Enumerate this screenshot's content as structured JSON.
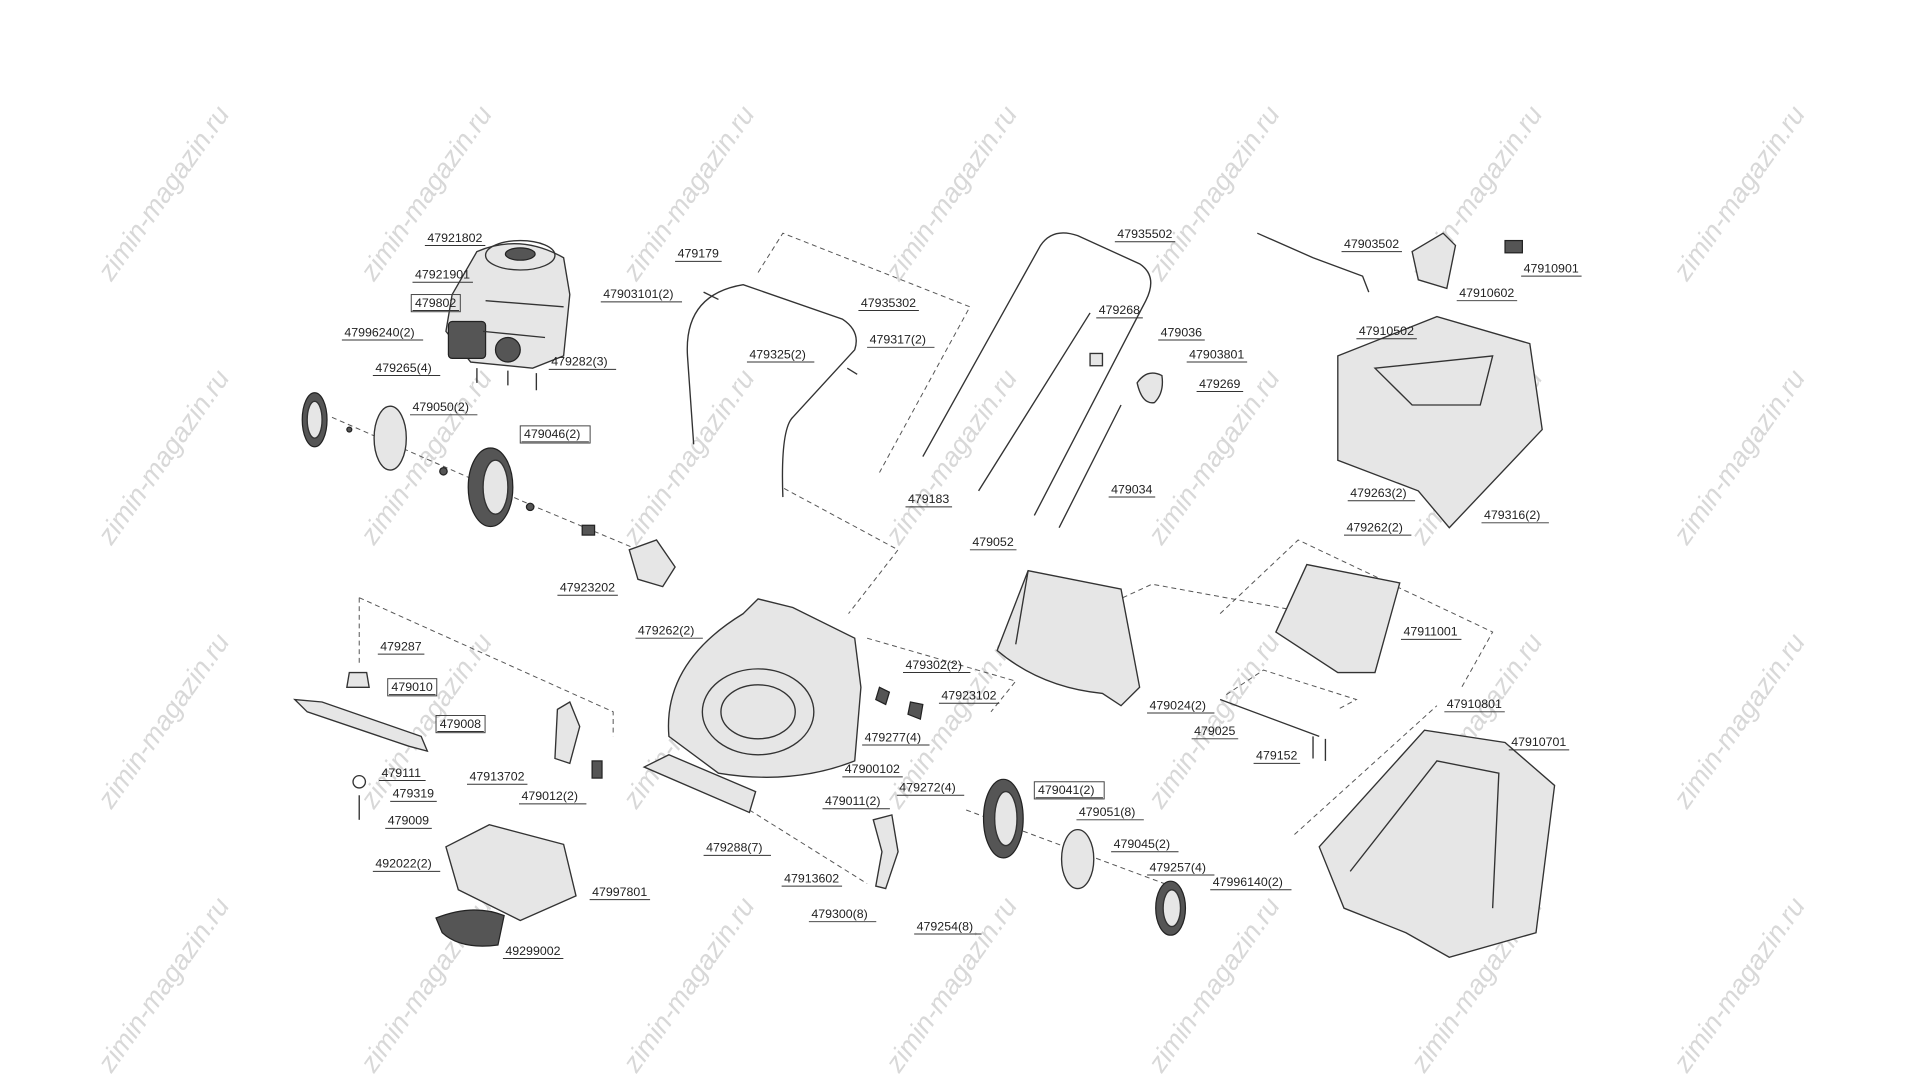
{
  "watermark": "zimin-magazin.ru",
  "labels": [
    {
      "text": "47921802",
      "boxed": false
    },
    {
      "text": "47921901",
      "boxed": false
    },
    {
      "text": "479802",
      "boxed": true
    },
    {
      "text": "47996240(2)",
      "boxed": false
    },
    {
      "text": "479265(4)",
      "boxed": false
    },
    {
      "text": "479282(3)",
      "boxed": false
    },
    {
      "text": "479050(2)",
      "boxed": false
    },
    {
      "text": "479046(2)",
      "boxed": true
    },
    {
      "text": "47923202",
      "boxed": false
    },
    {
      "text": "479179",
      "boxed": false
    },
    {
      "text": "47903101(2)",
      "boxed": false
    },
    {
      "text": "47935302",
      "boxed": false
    },
    {
      "text": "479317(2)",
      "boxed": false
    },
    {
      "text": "479325(2)",
      "boxed": false
    },
    {
      "text": "479183",
      "boxed": false
    },
    {
      "text": "47935502",
      "boxed": false
    },
    {
      "text": "479268",
      "boxed": false
    },
    {
      "text": "479036",
      "boxed": false
    },
    {
      "text": "47903801",
      "boxed": false
    },
    {
      "text": "479269",
      "boxed": false
    },
    {
      "text": "479034",
      "boxed": false
    },
    {
      "text": "47903502",
      "boxed": false
    },
    {
      "text": "47910602",
      "boxed": false
    },
    {
      "text": "47910901",
      "boxed": false
    },
    {
      "text": "47910502",
      "boxed": false
    },
    {
      "text": "479263(2)",
      "boxed": false
    },
    {
      "text": "479262(2)",
      "boxed": false
    },
    {
      "text": "479316(2)",
      "boxed": false
    },
    {
      "text": "479052",
      "boxed": false
    },
    {
      "text": "479262(2)",
      "boxed": false
    },
    {
      "text": "479287",
      "boxed": false
    },
    {
      "text": "479010",
      "boxed": true
    },
    {
      "text": "479008",
      "boxed": true
    },
    {
      "text": "479111",
      "boxed": false
    },
    {
      "text": "479319",
      "boxed": false
    },
    {
      "text": "479009",
      "boxed": false
    },
    {
      "text": "479302(2)",
      "boxed": false
    },
    {
      "text": "47923102",
      "boxed": false
    },
    {
      "text": "479277(4)",
      "boxed": false
    },
    {
      "text": "47913702",
      "boxed": false
    },
    {
      "text": "479012(2)",
      "boxed": false
    },
    {
      "text": "47900102",
      "boxed": false
    },
    {
      "text": "479011(2)",
      "boxed": false
    },
    {
      "text": "479272(4)",
      "boxed": false
    },
    {
      "text": "479041(2)",
      "boxed": true
    },
    {
      "text": "479051(8)",
      "boxed": false
    },
    {
      "text": "479045(2)",
      "boxed": false
    },
    {
      "text": "479257(4)",
      "boxed": false
    },
    {
      "text": "47996140(2)",
      "boxed": false
    },
    {
      "text": "479288(7)",
      "boxed": false
    },
    {
      "text": "47913602",
      "boxed": false
    },
    {
      "text": "479300(8)",
      "boxed": false
    },
    {
      "text": "479254(8)",
      "boxed": false
    },
    {
      "text": "492022(2)",
      "boxed": false
    },
    {
      "text": "47997801",
      "boxed": false
    },
    {
      "text": "49299002",
      "boxed": false
    },
    {
      "text": "47911001",
      "boxed": false
    },
    {
      "text": "479024(2)",
      "boxed": false
    },
    {
      "text": "479025",
      "boxed": false
    },
    {
      "text": "479152",
      "boxed": false
    },
    {
      "text": "47910801",
      "boxed": false
    },
    {
      "text": "47910701",
      "boxed": false
    }
  ]
}
